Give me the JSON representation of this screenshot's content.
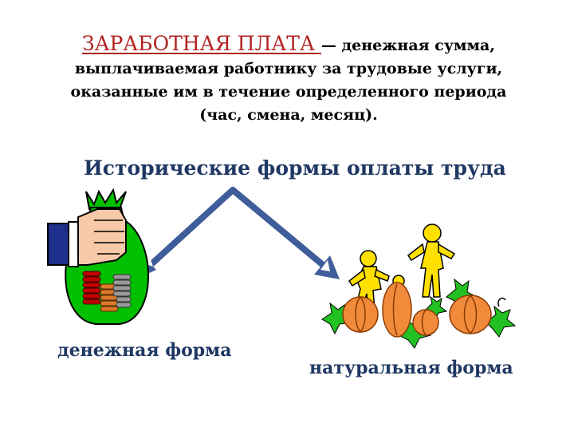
{
  "definition": {
    "term": "ЗАРАБОТНАЯ ПЛАТА ",
    "dash": "—",
    "text": "денежная сумма, выплачиваемая работнику за трудовые услуги, оказанные им в течение определенного периода (час, смена, месяц)."
  },
  "subtitle": "Исторические формы оплаты труда",
  "forms": {
    "money": "денежная форма",
    "natural": "натуральная форма"
  },
  "colors": {
    "term": "#b22222",
    "heading": "#1f3864",
    "arrow": "#3f5d9b",
    "bag": "#00c000",
    "pumpkin": "#f28a3c",
    "figure": "#ffe000"
  },
  "icons": [
    "money-bag-icon",
    "hand-icon",
    "coins-icon",
    "people-icon",
    "pumpkins-icon",
    "arrow-icon"
  ]
}
